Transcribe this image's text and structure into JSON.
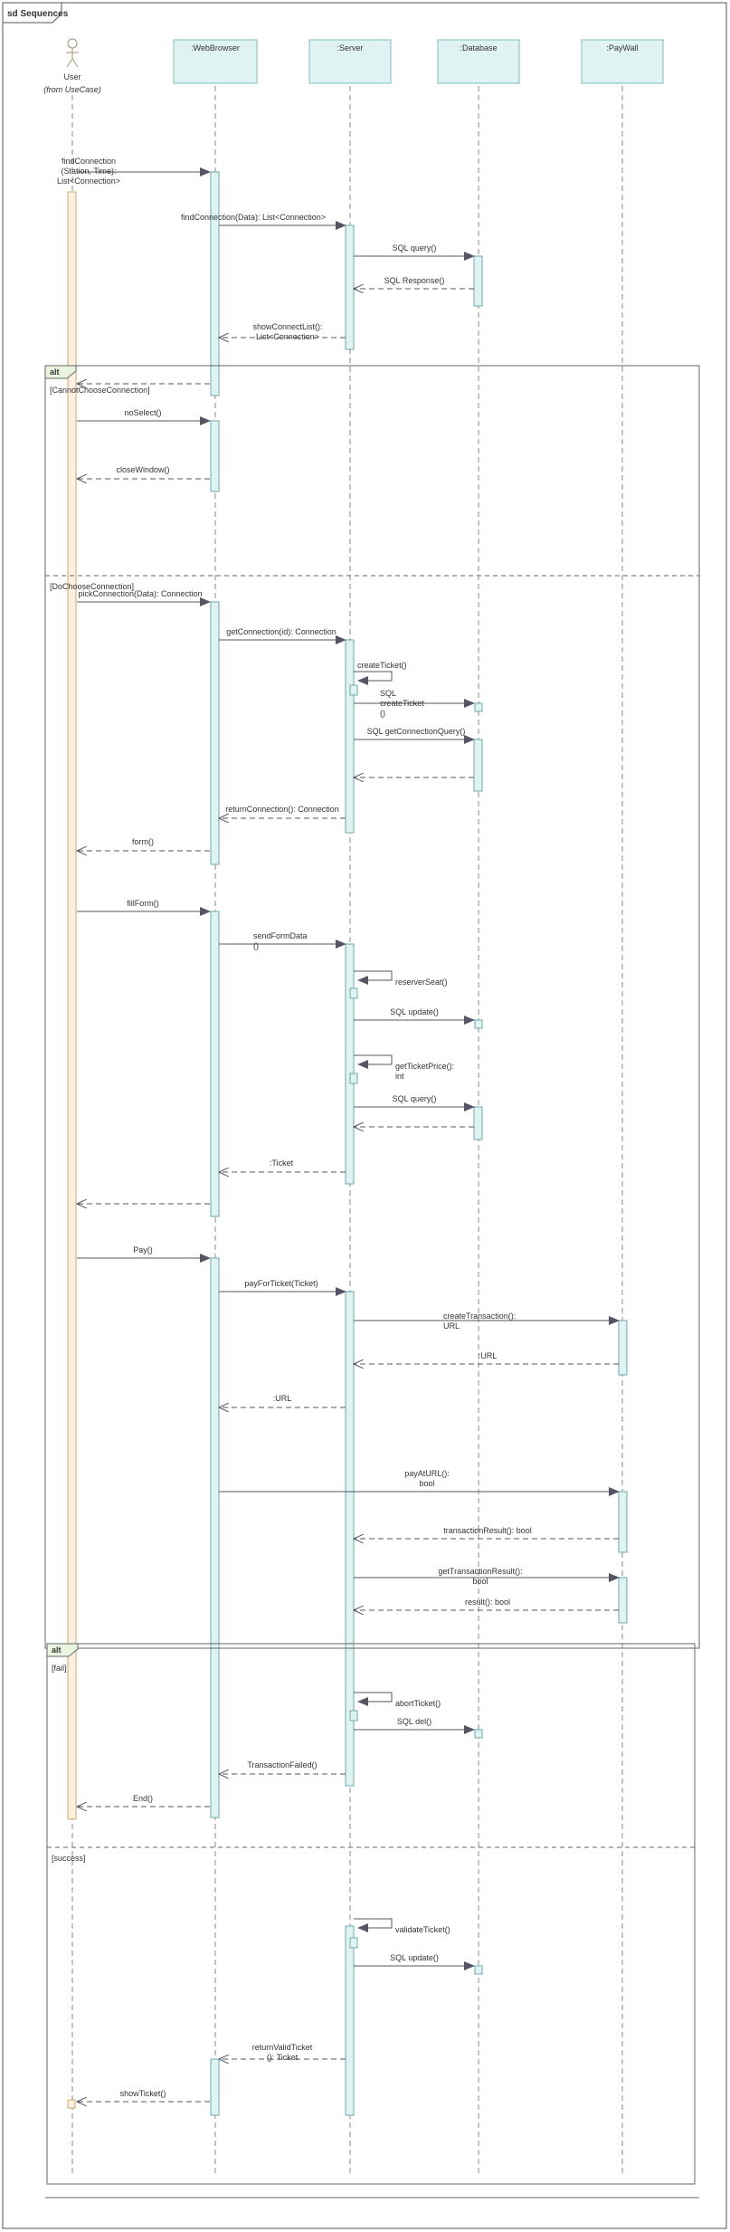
{
  "frame": {
    "title": "sd Sequences"
  },
  "colors": {
    "frame": "#555555",
    "lifeline": "#888888",
    "participant_fill": "#dff3f3",
    "participant_stroke": "#7fbfbf",
    "activation_fill": "#dff3f3",
    "activation_stroke": "#6fa8a8",
    "user_activation_fill": "#fbf0e2",
    "user_activation_stroke": "#d4a86a",
    "arrow": "#555566",
    "fragment_tab": "#eaf5e0",
    "fragment_stroke": "#666666"
  },
  "actor": {
    "name": "User",
    "note": "(from UseCase)"
  },
  "participants": [
    {
      "id": "browser",
      "name": ":WebBrowser"
    },
    {
      "id": "server",
      "name": ":Server"
    },
    {
      "id": "db",
      "name": ":Database"
    },
    {
      "id": "paywall",
      "name": ":PayWall"
    }
  ],
  "fragments": [
    {
      "operator": "alt",
      "guards": [
        "[CannotChooseConnection]",
        "[DoChooseConnection]"
      ]
    },
    {
      "operator": "alt",
      "guards": [
        "[fail]",
        "[success]"
      ]
    }
  ],
  "messages": [
    {
      "text": "findConnection\n(Station, Time):\nList<Connection>"
    },
    {
      "text": "findConnection(Data): List<Connection>"
    },
    {
      "text": "SQL query()"
    },
    {
      "text": "SQL Response()"
    },
    {
      "text": "showConnectList():\nList<Connection>"
    },
    {
      "text": ""
    },
    {
      "text": "noSelect()"
    },
    {
      "text": "closeWindow()"
    },
    {
      "text": "pickConnection(Data): Connection"
    },
    {
      "text": "getConnection(id): Connection"
    },
    {
      "text": "createTicket()"
    },
    {
      "text": "SQL\ncreateTicket\n()"
    },
    {
      "text": "SQL getConnectionQuery()"
    },
    {
      "text": ""
    },
    {
      "text": "returnConnection(): Connection"
    },
    {
      "text": "form()"
    },
    {
      "text": "fillForm()"
    },
    {
      "text": "sendFormData\n()"
    },
    {
      "text": "reserverSeat()"
    },
    {
      "text": "SQL update()"
    },
    {
      "text": "getTicketPrice():\nint"
    },
    {
      "text": "SQL query()"
    },
    {
      "text": ""
    },
    {
      "text": ":Ticket"
    },
    {
      "text": ""
    },
    {
      "text": "Pay()"
    },
    {
      "text": "payForTicket(Ticket)"
    },
    {
      "text": "createTransaction():\nURL"
    },
    {
      "text": ":URL"
    },
    {
      "text": ":URL"
    },
    {
      "text": "payAtURL():\nbool"
    },
    {
      "text": "transactionResult(): bool"
    },
    {
      "text": "getTransactionResult():\nbool"
    },
    {
      "text": "result(): bool"
    },
    {
      "text": "abortTicket()"
    },
    {
      "text": "SQL del()"
    },
    {
      "text": "TransactionFailed()"
    },
    {
      "text": "End()"
    },
    {
      "text": "validateTicket()"
    },
    {
      "text": "SQL update()"
    },
    {
      "text": "returnValidTicket\n(): Ticket"
    },
    {
      "text": "showTicket()"
    }
  ]
}
